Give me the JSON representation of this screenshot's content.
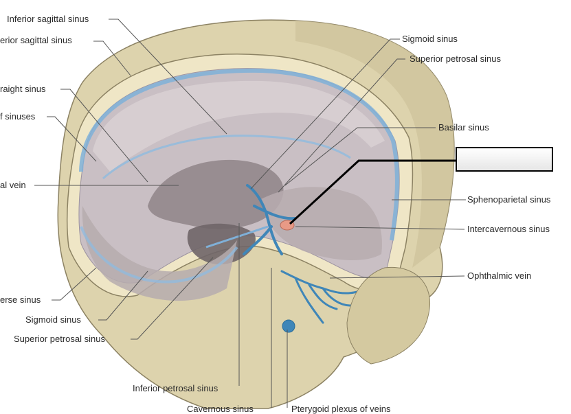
{
  "labels": {
    "inferior_sagittal_sinus": "Inferior sagittal sinus",
    "superior_sagittal_sinus": "erior sagittal sinus",
    "straight_sinus": "raight sinus",
    "confluence_of_sinuses": "f sinuses",
    "great_cerebral_vein": "al vein",
    "transverse_sinus": "erse sinus",
    "sigmoid_sinus_left": "Sigmoid sinus",
    "superior_petrosal_sinus_left": "Superior petrosal sinus",
    "inferior_petrosal_sinus": "Inferior petrosal sinus",
    "cavernous_sinus": "Cavernous sinus",
    "pterygoid_plexus": "Pterygoid plexus of veins",
    "sigmoid_sinus_right": "Sigmoid sinus",
    "superior_petrosal_sinus_right": "Superior petrosal sinus",
    "basilar_sinus": "Basilar sinus",
    "sphenoparietal_sinus": "Sphenoparietal sinus",
    "intercavernous_sinus": "Intercavernous sinus",
    "ophthalmic_vein": "Ophthalmic vein"
  },
  "blank_label": "",
  "colors": {
    "bone": "#ddd3ad",
    "bone_shadow": "#b9ad84",
    "dura": "#c9bfc4",
    "fossa": "#a79c9f",
    "sinus_blue": "#7fb0d8",
    "vein_blue": "#3f86b8",
    "leader": "#555555",
    "highlight_box_border": "#000000"
  }
}
